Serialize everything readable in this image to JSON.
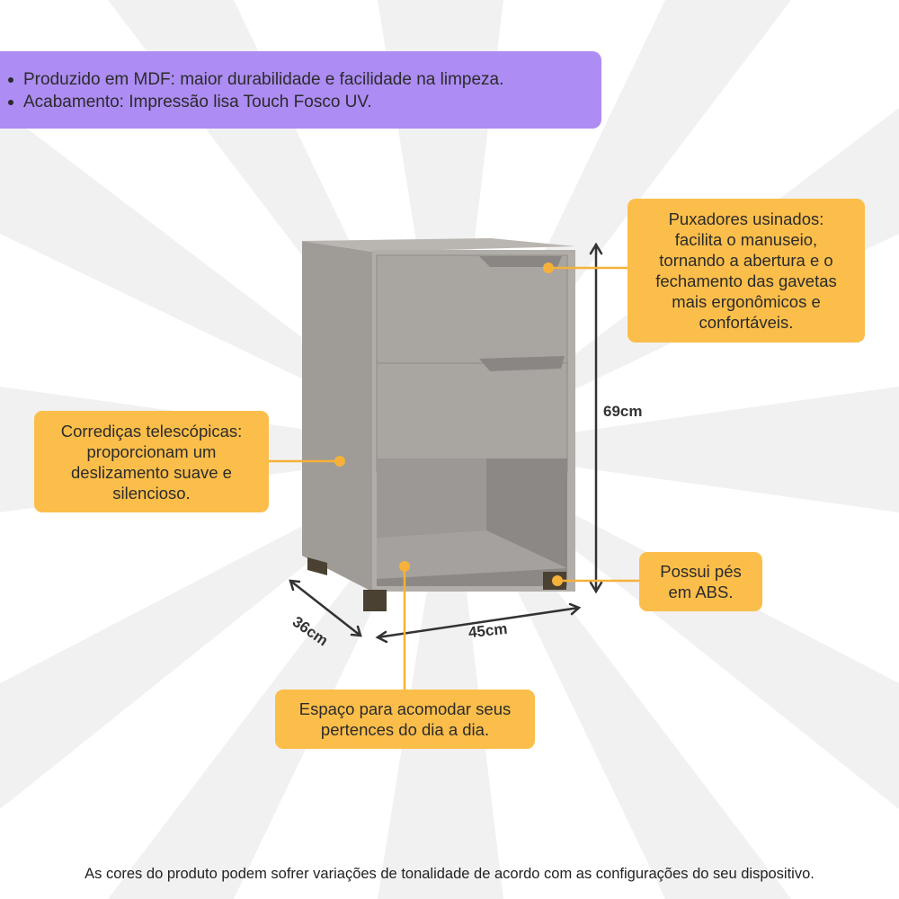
{
  "banner": {
    "items": [
      "Produzido em MDF: maior durabilidade e facilidade na limpeza.",
      "Acabamento: Impressão lisa Touch Fosco UV."
    ]
  },
  "callouts": {
    "puxadores": {
      "lines": [
        "Puxadores usinados:",
        "facilita o manuseio,",
        "tornando a abertura e o",
        "fechamento das gavetas",
        "mais ergonômicos e",
        "confortáveis."
      ]
    },
    "corredicas": {
      "lines": [
        "Corrediças telescópicas:",
        "proporcionam um",
        "deslizamento suave e",
        "silencioso."
      ]
    },
    "pes": {
      "lines": [
        "Possui pés",
        "em ABS."
      ]
    },
    "espaco": {
      "lines": [
        "Espaço para acomodar seus",
        "pertences do dia a dia."
      ]
    }
  },
  "dimensions": {
    "height": "69cm",
    "width": "45cm",
    "depth": "36cm"
  },
  "footer": "As cores do produto podem sofrer variações de tonalidade de acordo com as configurações do seu dispositivo.",
  "colors": {
    "banner": "#ad8cf3",
    "callout": "#fbbe4a",
    "callout_dot": "#f6b13a",
    "furniture": "#aeaaa6",
    "feet": "#4a4132"
  }
}
